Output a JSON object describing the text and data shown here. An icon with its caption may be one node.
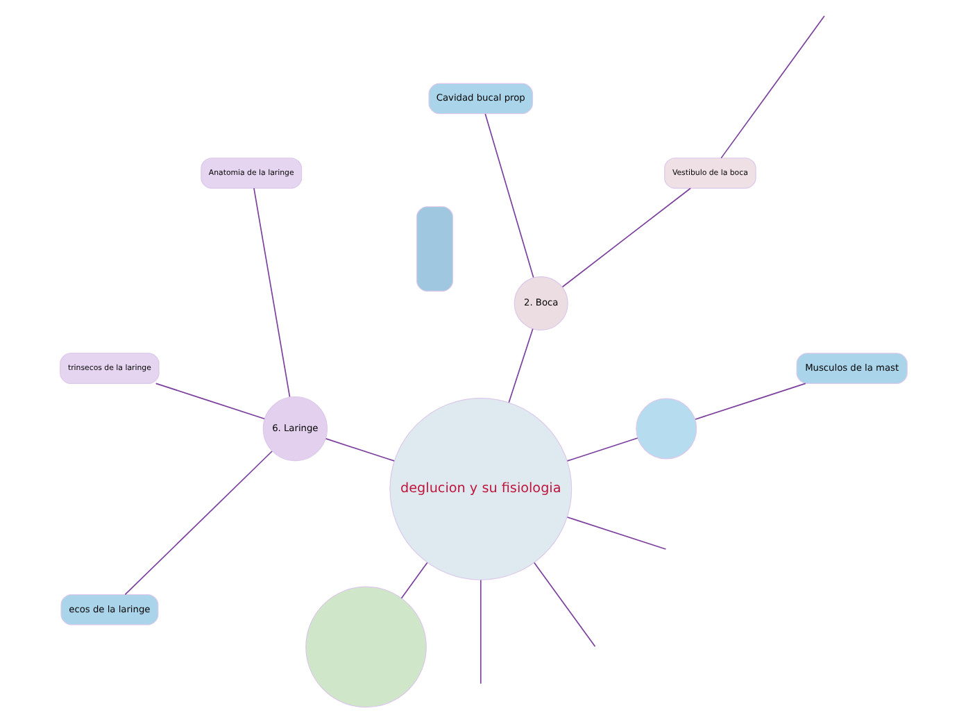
{
  "diagram": {
    "nodes": [
      {
        "text": [
          "deglucion y su fisiologia"
        ]
      },
      {
        "text": [],
        "shape": "circle"
      },
      {
        "text": [
          "Musculos de la mast"
        ]
      },
      {
        "text": [
          "2. Boca"
        ]
      },
      {
        "text": [
          "Vestibulo de la boca"
        ]
      },
      {
        "text": [
          "Cavidad bucal prop"
        ]
      },
      {
        "text": [
          "6. Laringe"
        ]
      },
      {
        "text": [
          "Anatomia de la laringe"
        ]
      },
      {
        "text": [
          "trinsecos de la laringe"
        ]
      },
      {
        "text": [
          "ecos de la laringe"
        ]
      },
      {
        "text": [],
        "shape": "circle"
      },
      {
        "text": [],
        "shape": "box"
      }
    ],
    "edges": [
      {
        "from": 0,
        "to": null,
        "arrow": "none"
      },
      {
        "from": 0,
        "to": 1,
        "arrow": "none"
      },
      {
        "from": 1,
        "to": 2,
        "arrow": "none"
      },
      {
        "from": 0,
        "to": 3,
        "arrow": "none"
      },
      {
        "from": 3,
        "to": 4,
        "arrow": "none"
      },
      {
        "from": 3,
        "to": 5,
        "arrow": "none"
      },
      {
        "from": 4,
        "to": null,
        "arrow": "none"
      },
      {
        "from": 0,
        "to": 6,
        "arrow": "none"
      },
      {
        "from": 6,
        "to": 7,
        "arrow": "none"
      },
      {
        "from": 6,
        "to": 8,
        "arrow": "none"
      },
      {
        "from": 6,
        "to": 9,
        "arrow": "none"
      },
      {
        "from": 0,
        "to": 10,
        "arrow": "none"
      },
      {
        "from": 0,
        "to": null,
        "arrow": "none"
      },
      {
        "from": 0,
        "to": null,
        "arrow": "none"
      }
    ]
  }
}
